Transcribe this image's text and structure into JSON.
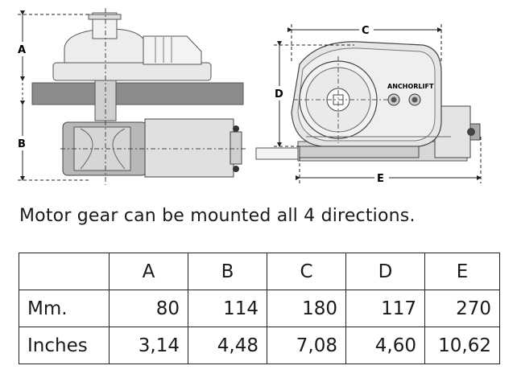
{
  "diagram": {
    "dim_labels": [
      "A",
      "B",
      "C",
      "D",
      "E"
    ],
    "brand_label": "ANCHORLIFT"
  },
  "caption": "Motor gear can be mounted all 4 directions.",
  "table": {
    "columns": [
      "",
      "A",
      "B",
      "C",
      "D",
      "E"
    ],
    "rows": [
      {
        "label": "Mm.",
        "values": [
          "80",
          "114",
          "180",
          "117",
          "270"
        ]
      },
      {
        "label": "Inches",
        "values": [
          "3,14",
          "4,48",
          "7,08",
          "4,60",
          "10,62"
        ]
      }
    ]
  }
}
